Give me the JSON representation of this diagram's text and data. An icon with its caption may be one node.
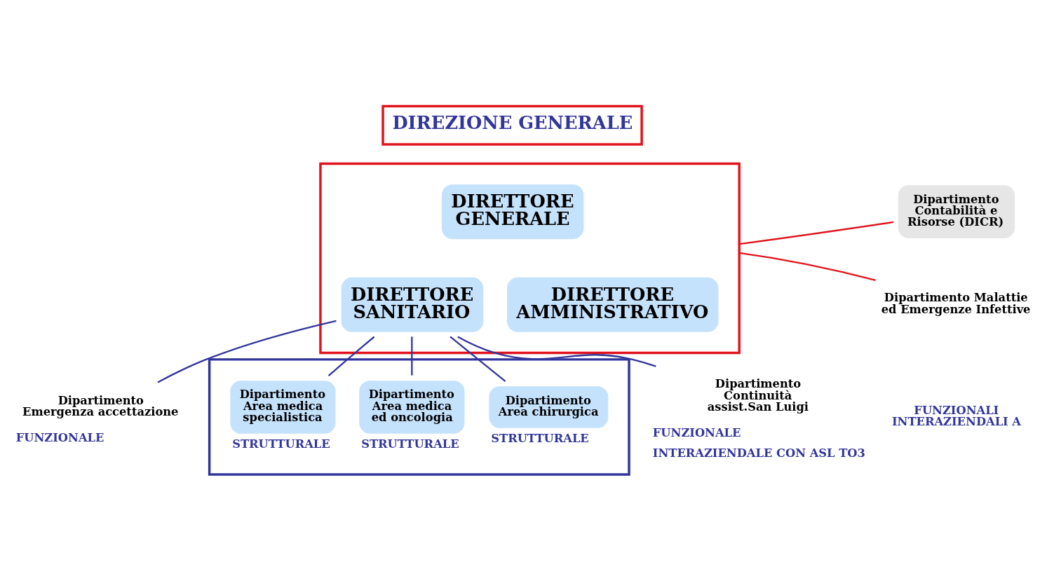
{
  "diagram": {
    "nodes": [
      {
        "text": [
          "DIREZIONE GENERALE"
        ]
      },
      {
        "text": [],
        "shape": "box"
      },
      {
        "text": [
          "DIRETTORE GENERALE"
        ],
        "in": 1
      },
      {
        "text": [
          "DIRETTORE SANITARIO"
        ],
        "in": 1
      },
      {
        "text": [
          "DIRETTORE AMMINISTRATIVO"
        ],
        "in": 1
      },
      {
        "text": [
          "Dipartimento Contabilità e Risorse (DICR)"
        ]
      },
      {
        "text": [
          "Dipartimento Malattie ed Emergenze Infettive"
        ]
      },
      {
        "text": [
          "Dipartimento Emergenza accettazione"
        ],
        "beside": [
          "FUNZIONALE"
        ]
      },
      {
        "text": [],
        "shape": "box"
      },
      {
        "text": [
          "Dipartimento Area chirurgica"
        ],
        "in": 8,
        "beside": [
          "STRUTTURALE"
        ]
      },
      {
        "text": [
          "Dipartimento Area medica ed oncologia"
        ],
        "in": 8,
        "beside": [
          "STRUTTURALE"
        ]
      },
      {
        "text": [
          "Dipartimento Area medica specialistica"
        ],
        "in": 8,
        "beside": [
          "STRUTTURALE"
        ]
      },
      {
        "text": [
          "Dipartimento Continuità assist.San Luigi"
        ],
        "beside": [
          "FUNZIONALE",
          "INTERAZIENDALE CON ASL TO3"
        ]
      }
    ],
    "edges": [
      {
        "from": 5,
        "to": 1,
        "arrow": "none",
        "color": "#e0141e"
      },
      {
        "from": 6,
        "to": 1,
        "arrow": "none",
        "color": "#e0141e"
      },
      {
        "from": 3,
        "to": 7,
        "arrow": "none"
      },
      {
        "from": 3,
        "to": 9,
        "arrow": "none"
      },
      {
        "from": 3,
        "to": 10,
        "arrow": "none"
      },
      {
        "from": 3,
        "to": 11,
        "arrow": "none"
      },
      {
        "from": 3,
        "to": 12,
        "arrow": "none"
      }
    ],
    "labels": [
      "FUNZIONALI INTERAZIENDALI A"
    ]
  }
}
